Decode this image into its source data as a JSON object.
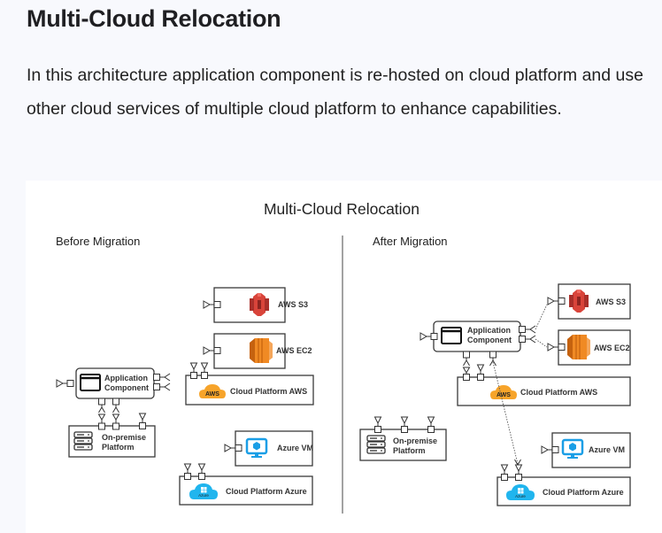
{
  "page": {
    "title": "Multi-Cloud Relocation",
    "description": "In this architecture application component is re-hosted on cloud platform and use other cloud services of multiple cloud platform to enhance capabilities."
  },
  "diagram": {
    "title": "Multi-Cloud Relocation",
    "panels": [
      {
        "heading": "Before Migration",
        "nodes": {
          "app": [
            "Application",
            "Component"
          ],
          "onprem": [
            "On-premise",
            "Platform"
          ],
          "s3": "AWS S3",
          "ec2": "AWS EC2",
          "aws_platform": "Cloud Platform AWS",
          "azure_vm": "Azure VM",
          "azure_platform": "Cloud Platform Azure"
        }
      },
      {
        "heading": "After Migration",
        "nodes": {
          "app": [
            "Application",
            "Component"
          ],
          "onprem": [
            "On-premise",
            "Platform"
          ],
          "s3": "AWS S3",
          "ec2": "AWS EC2",
          "aws_platform": "Cloud Platform AWS",
          "azure_vm": "Azure VM",
          "azure_platform": "Cloud Platform Azure"
        }
      }
    ],
    "icon_text": {
      "aws_cloud": "AWS",
      "azure_cloud": "Azure"
    },
    "colors": {
      "s3": "#d9443a",
      "ec2": "#f08a24",
      "aws_cloud": "#f7a42a",
      "azure": "#1a9ee6",
      "azure_cloud": "#20b5ee"
    }
  }
}
